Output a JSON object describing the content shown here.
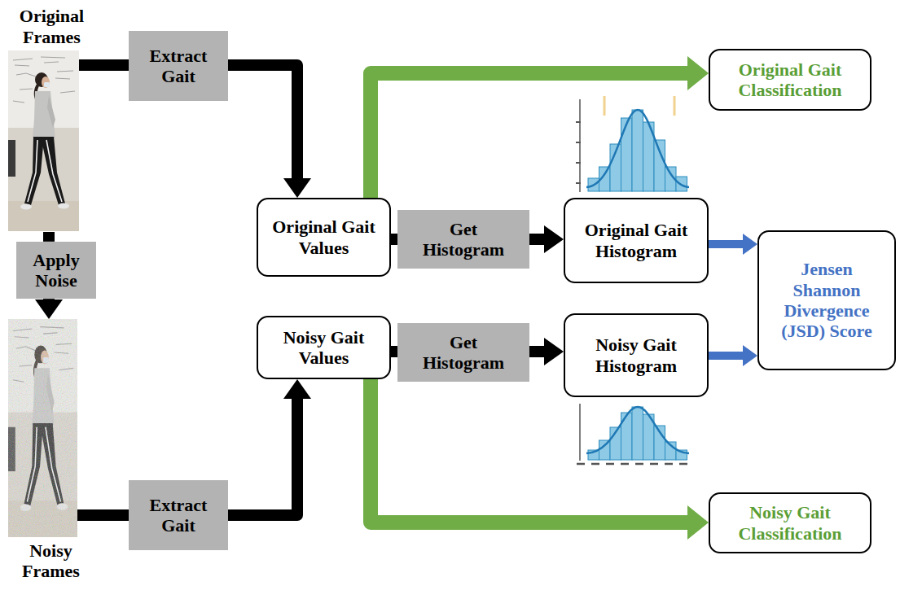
{
  "diagram": {
    "nodes": [
      {
        "text": [
          "Original Frames"
        ]
      },
      {
        "text": [
          "Extract Gait"
        ]
      },
      {
        "text": [
          "Original Gait Classification"
        ]
      },
      {
        "text": [
          "Original Gait Values"
        ]
      },
      {
        "text": [
          "Get Histogram"
        ]
      },
      {
        "text": [
          "Original Gait Histogram"
        ]
      },
      {
        "text": [
          "Apply Noise"
        ]
      },
      {
        "text": [
          "Jensen Shannon Divergence (JSD) Score"
        ]
      },
      {
        "text": [
          "Noisy Gait Values"
        ]
      },
      {
        "text": [
          "Get Histogram"
        ]
      },
      {
        "text": [
          "Noisy Gait Histogram"
        ]
      },
      {
        "text": [
          "Noisy Frames"
        ]
      },
      {
        "text": [
          "Extract Gait"
        ]
      },
      {
        "text": [
          "Noisy Gait Classification"
        ]
      }
    ],
    "edges": [
      {
        "from": 0,
        "to": 1,
        "arrow": "none"
      },
      {
        "from": 1,
        "to": 3,
        "arrow": "to"
      },
      {
        "from": 3,
        "to": 2,
        "arrow": "to"
      },
      {
        "from": 3,
        "to": 4,
        "arrow": "none"
      },
      {
        "from": 4,
        "to": 5,
        "arrow": "to"
      },
      {
        "from": 5,
        "to": 7,
        "arrow": "to"
      },
      {
        "from": 0,
        "to": 6,
        "arrow": "none"
      },
      {
        "from": 6,
        "to": 11,
        "arrow": "to"
      },
      {
        "from": 11,
        "to": 12,
        "arrow": "none"
      },
      {
        "from": 12,
        "to": 8,
        "arrow": "to"
      },
      {
        "from": 8,
        "to": 9,
        "arrow": "none"
      },
      {
        "from": 9,
        "to": 10,
        "arrow": "to"
      },
      {
        "from": 10,
        "to": 7,
        "arrow": "to"
      },
      {
        "from": 8,
        "to": 13,
        "arrow": "to"
      }
    ]
  }
}
